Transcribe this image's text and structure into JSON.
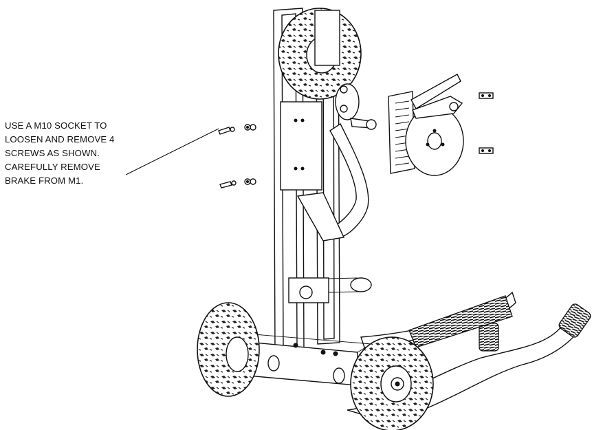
{
  "instruction": {
    "lines": [
      "USE A M10 SOCKET TO",
      "LOOSEN AND REMOVE 4",
      "SCREWS AS SHOWN.",
      "CAREFULLY REMOVE",
      "BRAKE FROM M1."
    ]
  },
  "colors": {
    "line": "#111111",
    "background": "#ffffff"
  }
}
